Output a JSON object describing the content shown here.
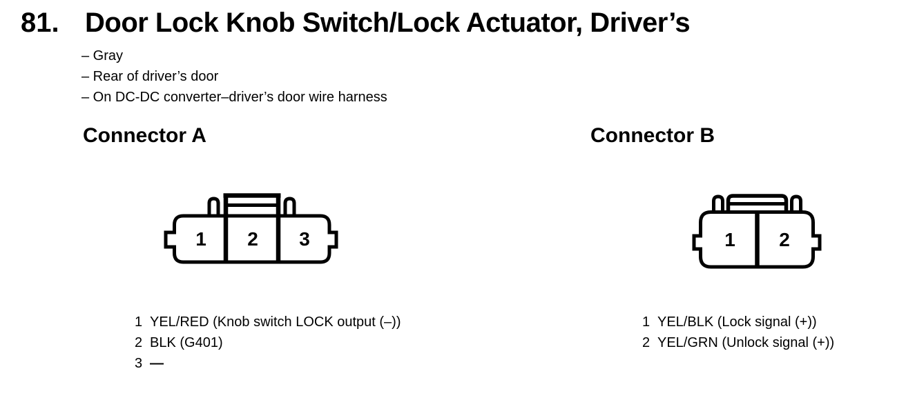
{
  "header": {
    "item_number": "81.",
    "title": "Door Lock Knob Switch/Lock Actuator, Driver’s",
    "notes": [
      "– Gray",
      "– Rear of driver’s door",
      "– On DC-DC converter–driver’s door wire harness"
    ]
  },
  "colors": {
    "ink": "#000000",
    "paper": "#ffffff"
  },
  "connector_a": {
    "heading": "Connector A",
    "cavities": [
      "1",
      "2",
      "3"
    ],
    "pin_list": [
      {
        "num": "1",
        "label": "YEL/RED (Knob switch LOCK output (–))"
      },
      {
        "num": "2",
        "label": "BLK (G401)"
      },
      {
        "num": "3",
        "label": "—"
      }
    ]
  },
  "connector_b": {
    "heading": "Connector B",
    "cavities": [
      "1",
      "2"
    ],
    "pin_list": [
      {
        "num": "1",
        "label": "YEL/BLK (Lock signal (+))"
      },
      {
        "num": "2",
        "label": "YEL/GRN (Unlock signal (+))"
      }
    ]
  }
}
